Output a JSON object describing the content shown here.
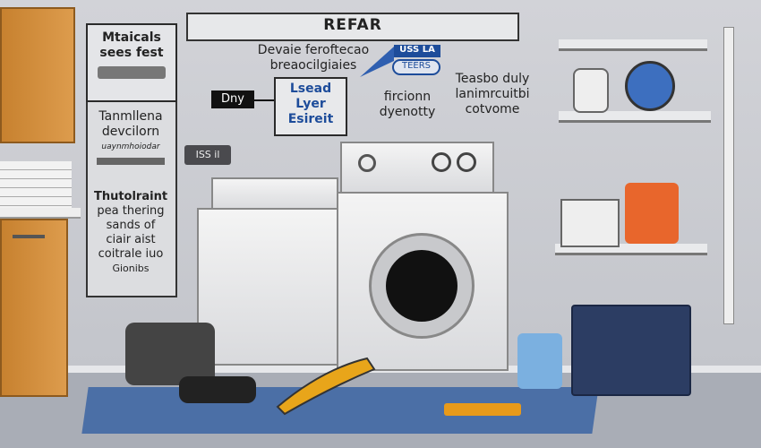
{
  "banner": {
    "title": "REFAR"
  },
  "left_panel": {
    "top_box": [
      "Mtaicals",
      "sees fest"
    ],
    "middle": [
      "Tanmllena",
      "devcilorn"
    ],
    "small_caption": "uaynmhoiodar",
    "bottom": [
      "Thutolraint",
      "pea thering",
      "sands of",
      "ciair aist",
      "coitrale iuo",
      "Gionibs"
    ]
  },
  "callouts": {
    "dryer_tag": "Dny",
    "center_text": [
      "Devaie feroftecao",
      "breaocilgiaies"
    ],
    "badge_top": "USS LA",
    "badge_pill": "TEERS",
    "blue_box": [
      "Lsead",
      "Lyer",
      "Esireit"
    ],
    "mid_text": [
      "fircionn",
      "dyenotty"
    ],
    "right_text": [
      "Teasbo duly",
      "lanimrcuitbi",
      "cotvome"
    ],
    "wall_sign": "ISS il"
  },
  "colors": {
    "accent_blue": "#1d4c9a",
    "cabinet": "#c7812f",
    "rug": "#4b6fa6",
    "orange_bag": "#e8662c"
  }
}
